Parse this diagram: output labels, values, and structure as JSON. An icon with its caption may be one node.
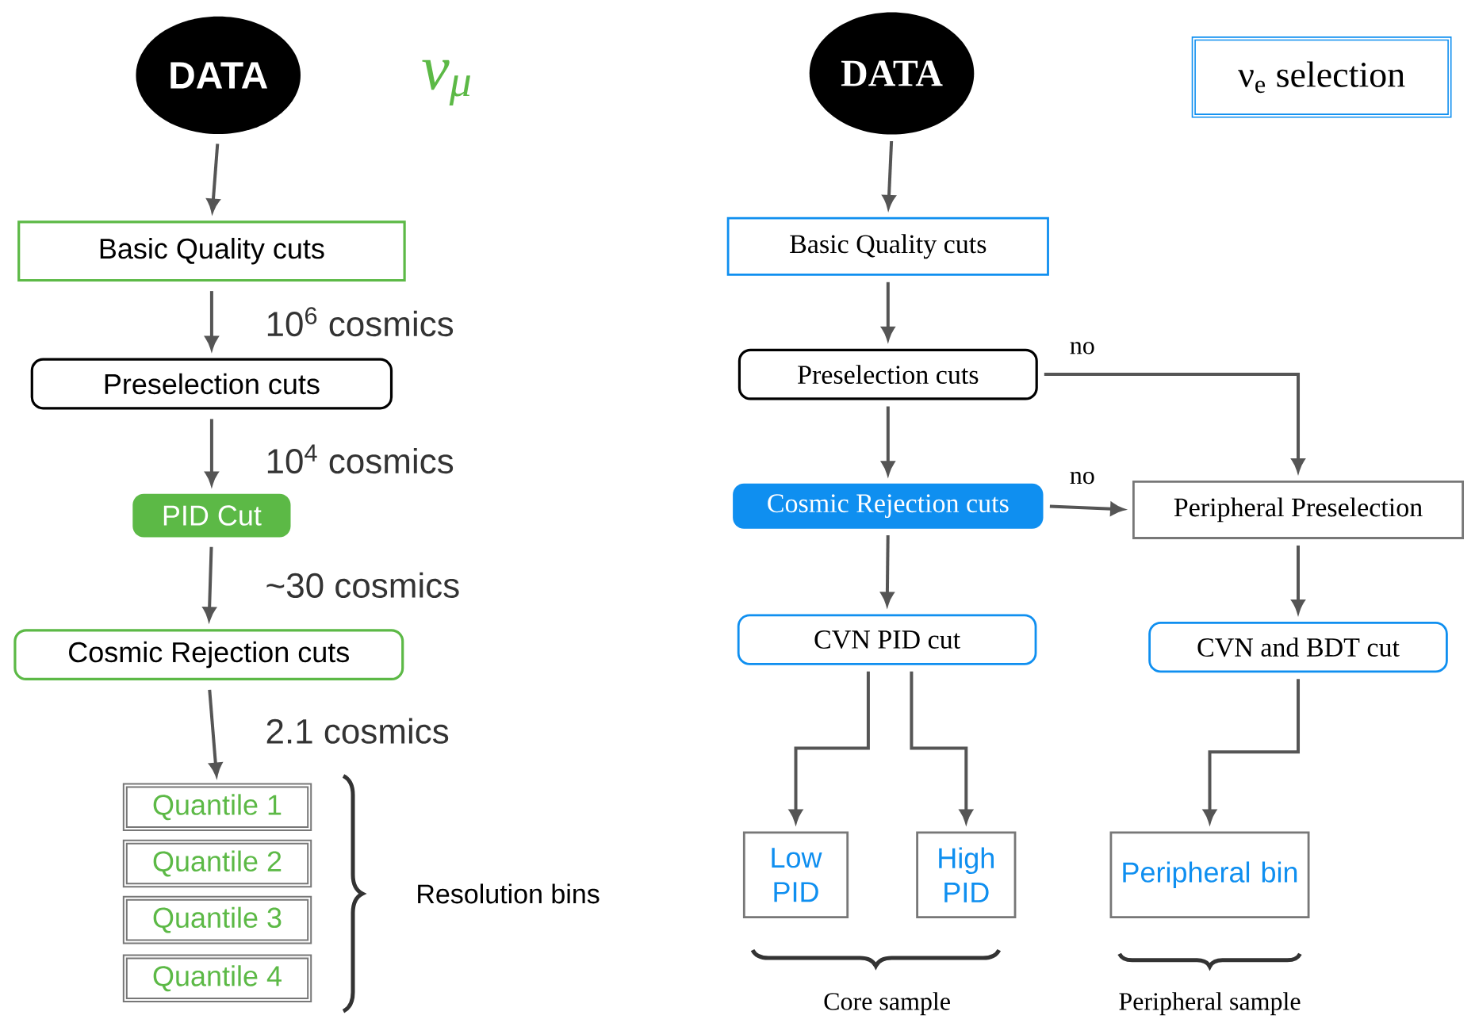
{
  "diagram": {
    "nodes": [
      {
        "text": [
          "DATA"
        ]
      },
      {
        "text": [
          "Basic Quality cuts"
        ]
      },
      {
        "text": [
          "Preselection cuts"
        ]
      },
      {
        "text": [
          "PID Cut"
        ]
      },
      {
        "text": [
          "Cosmic Rejection cuts"
        ]
      },
      {
        "text": [
          "Quantile 1"
        ]
      },
      {
        "text": [
          "Quantile 2"
        ]
      },
      {
        "text": [
          "Quantile 3"
        ]
      },
      {
        "text": [
          "Quantile 4"
        ]
      },
      {
        "text": [
          "DATA"
        ]
      },
      {
        "text": [
          "ν$_{e}$ selection"
        ]
      },
      {
        "text": [
          "Basic Quality cuts"
        ]
      },
      {
        "text": [
          "Preselection cuts"
        ]
      },
      {
        "text": [
          "Cosmic Rejection cuts"
        ]
      },
      {
        "text": [
          "Peripheral Preselection"
        ]
      },
      {
        "text": [
          "CVN PID cut"
        ]
      },
      {
        "text": [
          "CVN and BDT cut"
        ]
      },
      {
        "text": [
          "Low PID"
        ]
      },
      {
        "text": [
          "High PID"
        ]
      },
      {
        "text": [
          "Peripheral bin"
        ]
      }
    ],
    "edges": [
      {
        "from": 0,
        "to": 1,
        "arrow": "to"
      },
      {
        "from": 1,
        "to": 2,
        "arrow": "to",
        "label": "10$^{6}$ cosmics"
      },
      {
        "from": 2,
        "to": 3,
        "arrow": "to",
        "label": "10$^{4}$ cosmics"
      },
      {
        "from": 3,
        "to": 4,
        "arrow": "to",
        "label": "~30 cosmics"
      },
      {
        "from": 4,
        "to": 5,
        "arrow": "to",
        "label": "2.1 cosmics"
      },
      {
        "from": 9,
        "to": 11,
        "arrow": "to"
      },
      {
        "from": 11,
        "to": 12,
        "arrow": "to"
      },
      {
        "from": 12,
        "to": 14,
        "arrow": "to",
        "label": "no"
      },
      {
        "from": 12,
        "to": 13,
        "arrow": "to"
      },
      {
        "from": 13,
        "to": 14,
        "arrow": "to",
        "label": "no"
      },
      {
        "from": 13,
        "to": 15,
        "arrow": "to"
      },
      {
        "from": 14,
        "to": 16,
        "arrow": "to"
      },
      {
        "from": 15,
        "to": 17,
        "arrow": "to"
      },
      {
        "from": 15,
        "to": 18,
        "arrow": "to"
      },
      {
        "from": 16,
        "to": 19,
        "arrow": "to"
      }
    ],
    "labels": [
      "ν$_{μ}$",
      "Resolution bins",
      "Core sample",
      "Peripheral sample"
    ]
  }
}
